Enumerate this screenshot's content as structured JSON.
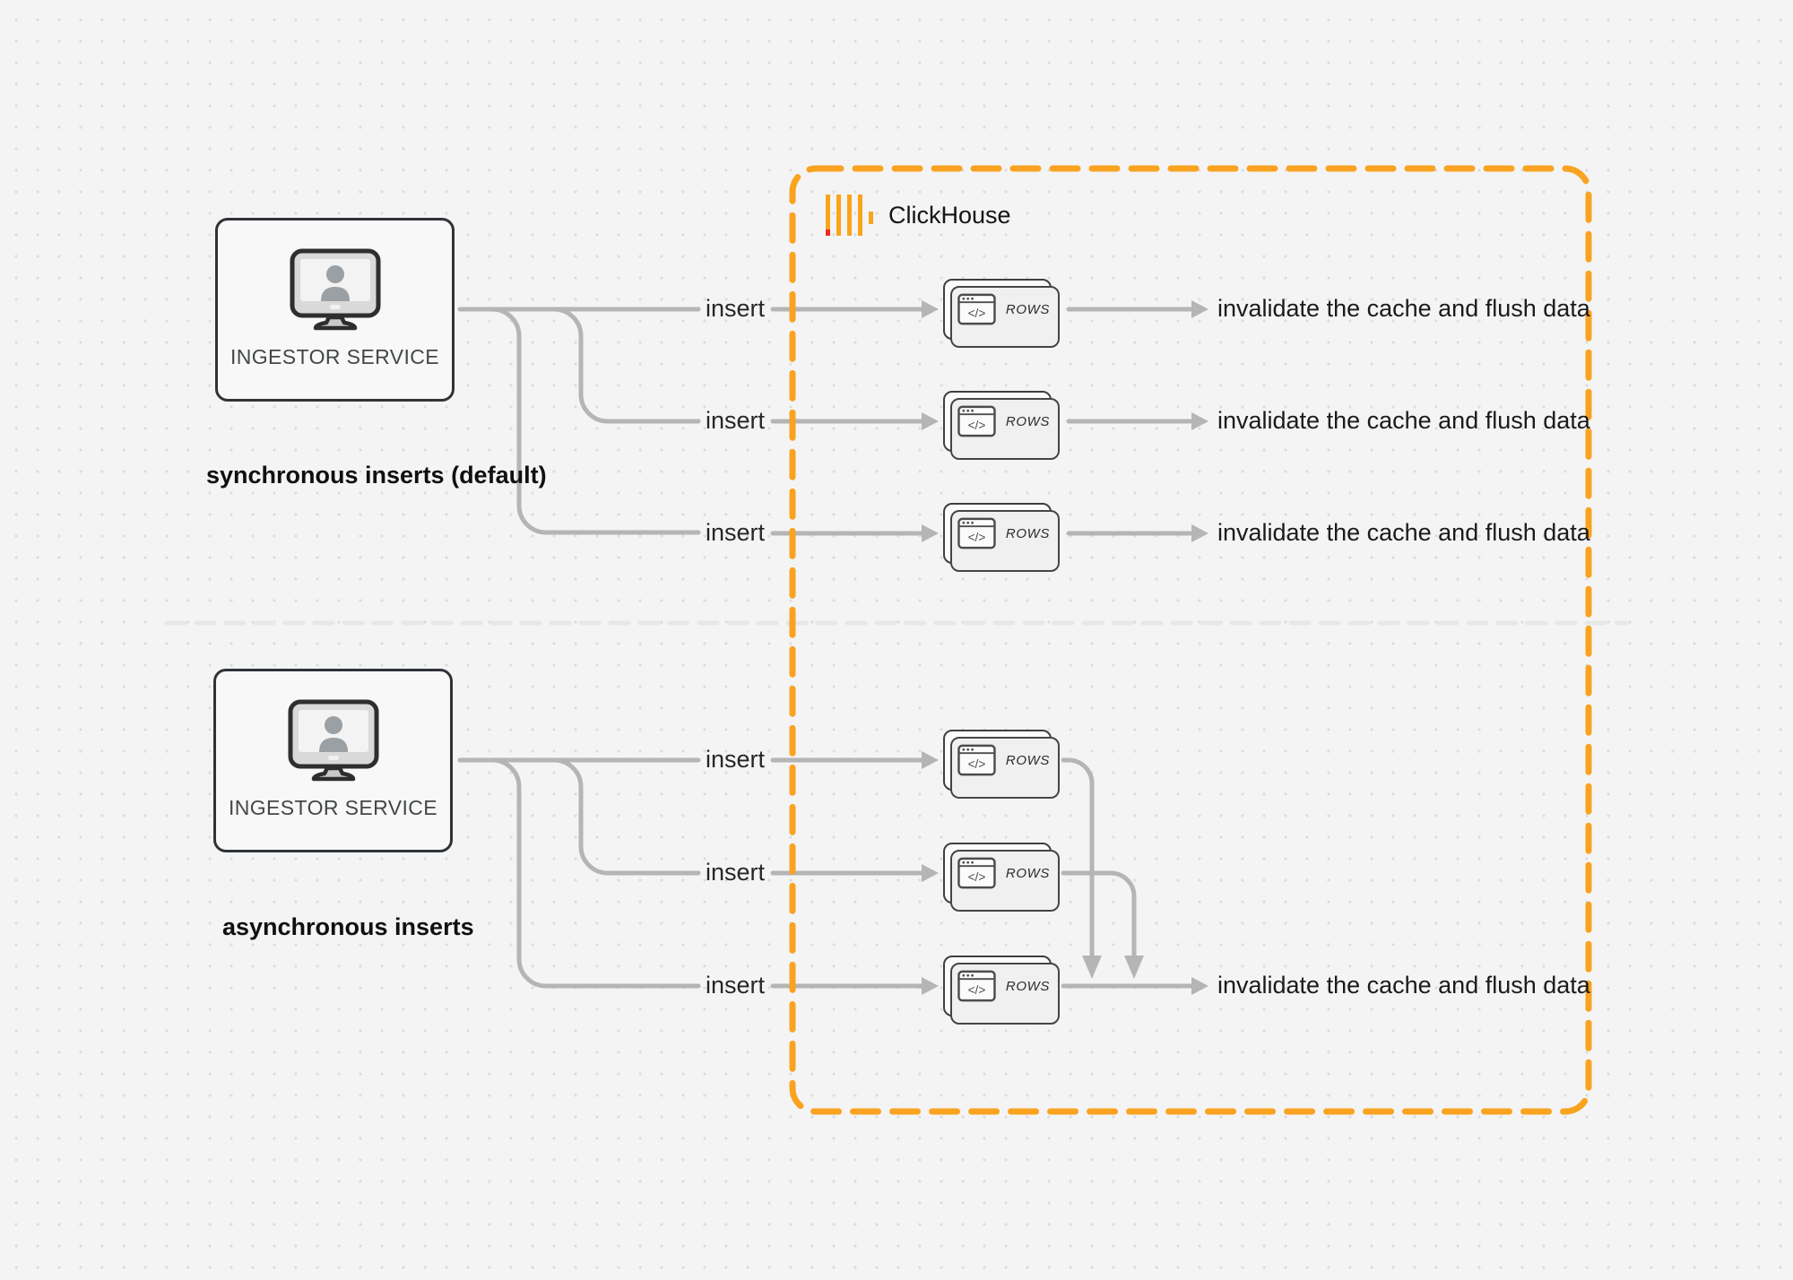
{
  "diagram": {
    "sections": [
      {
        "title": "synchronous inserts (default)"
      },
      {
        "title": "asynchronous inserts"
      }
    ]
  },
  "ingestor": {
    "label": "INGESTOR SERVICE",
    "icon": "monitor-user-icon"
  },
  "clickhouse": {
    "name": "ClickHouse",
    "icon": "clickhouse-bars-logo"
  },
  "labels": {
    "insert": "insert",
    "invalidate": "invalidate the cache and flush data"
  },
  "rows_card": {
    "label": "ROWS",
    "icon": "code-window-icon"
  },
  "colors": {
    "background": "#f4f4f5",
    "dot_grid": "#dcdcdc",
    "connector_gray": "#b5b5b5",
    "node_border_dark": "#2f3337",
    "clickhouse_border_orange": "#F9A320",
    "clickhouse_logo_yellow": "#FAA41B",
    "clickhouse_logo_red": "#F02C1F",
    "divider_gray": "#e7e7e7"
  }
}
